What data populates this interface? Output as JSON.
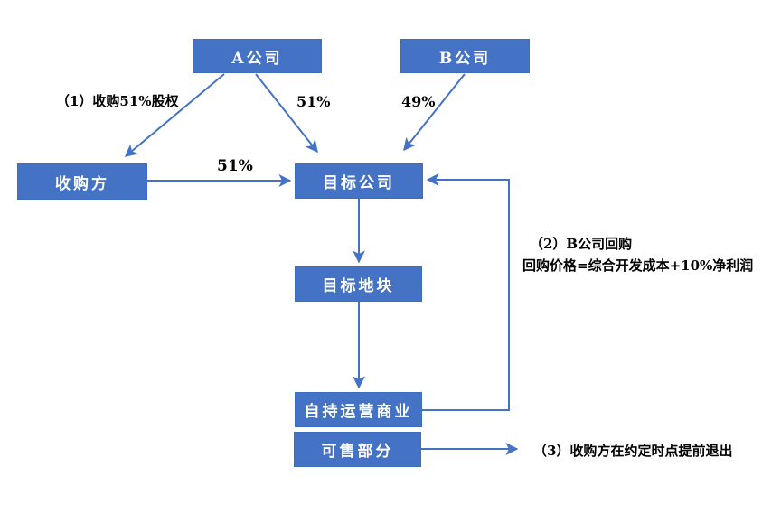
{
  "diagram": {
    "type": "flowchart",
    "colors": {
      "box_fill": "#4472C4",
      "box_text": "#FFFFFF",
      "arrow": "#4472C4",
      "label_text": "#000000",
      "background": "#FFFFFF"
    },
    "nodes": {
      "company_a": {
        "label": "A公司"
      },
      "company_b": {
        "label": "B公司"
      },
      "acquirer": {
        "label": "收购方"
      },
      "target_company": {
        "label": "目标公司"
      },
      "target_plot": {
        "label": "目标地块"
      },
      "self_held_business": {
        "label": "自持运营商业"
      },
      "sellable_portion": {
        "label": "可售部分"
      }
    },
    "edges": {
      "a_to_acquirer": {
        "from": "company_a",
        "to": "acquirer",
        "label": "（1）收购51%股权"
      },
      "a_to_target": {
        "from": "company_a",
        "to": "target_company",
        "label": "51%"
      },
      "b_to_target": {
        "from": "company_b",
        "to": "target_company",
        "label": "49%"
      },
      "acquirer_to_target": {
        "from": "acquirer",
        "to": "target_company",
        "label": "51%"
      },
      "target_to_plot": {
        "from": "target_company",
        "to": "target_plot",
        "label": ""
      },
      "plot_to_self_held": {
        "from": "target_plot",
        "to": "self_held_business",
        "label": ""
      },
      "self_held_to_target": {
        "from": "self_held_business",
        "to": "target_company",
        "label_line1": "（2）B公司回购",
        "label_line2": "回购价格=综合开发成本+10%净利润"
      },
      "sellable_exit": {
        "from": "sellable_portion",
        "label": "（3）收购方在约定时点提前退出"
      }
    }
  }
}
